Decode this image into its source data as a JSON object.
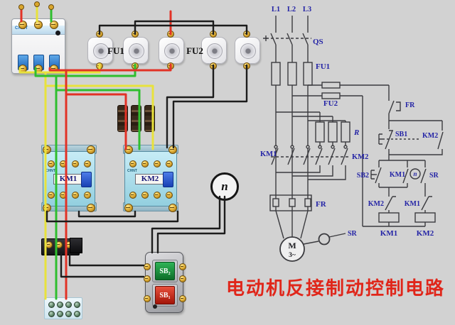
{
  "title": {
    "text": "电动机反接制动控制电路"
  },
  "physical": {
    "breaker_brand": "CHNT",
    "contactor_brand": "CHNT",
    "fu1": "FU1",
    "fu2": "FU2",
    "km1": "KM1",
    "km2": "KM2",
    "speed_relay": "n",
    "sb2": "SB₂",
    "sb1": "SB₁"
  },
  "schematic": {
    "l1": "L1",
    "l2": "L2",
    "l3": "L3",
    "qs": "QS",
    "fu1": "FU1",
    "fu2": "FU2",
    "km1_main": "KM1",
    "km2_main": "KM2",
    "r": "R",
    "fr_box": "FR",
    "motor": "M",
    "motor_phases": "3~",
    "sr_shaft": "SR",
    "fr_contact": "FR",
    "sb1": "SB1",
    "km2_parallel": "KM2",
    "sb2": "SB2",
    "km1_hold": "KM1",
    "n": "n",
    "sr_contact": "SR",
    "km2_interlock": "KM2",
    "km1_interlock": "KM1",
    "km1_coil": "KM1",
    "km2_coil": "KM2"
  },
  "colors": {
    "background": "#d2d2d2",
    "title_red": "#e0261a",
    "schematic_label_blue": "#2424a6",
    "schematic_line": "#3b3b3f",
    "wire_yellow": "#e8e23c",
    "wire_green": "#2fbe2f",
    "wire_red": "#e23226",
    "wire_black": "#1c1c1c",
    "contactor_cyan": "#aadeec",
    "button_green": "#188c38",
    "button_red": "#cf2718",
    "terminal_gold": "#d9a62e"
  }
}
